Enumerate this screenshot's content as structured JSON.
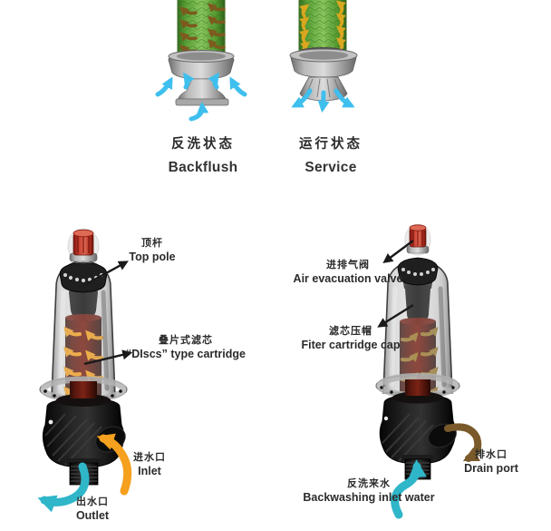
{
  "states": {
    "backflush": {
      "zh": "反洗状态",
      "en": "Backflush"
    },
    "service": {
      "zh": "运行状态",
      "en": "Service"
    }
  },
  "left_unit_callouts": {
    "top_pole": {
      "zh": "顶杆",
      "en": "Top pole"
    },
    "discs_cartridge": {
      "zh": "叠片式滤芯",
      "en": "“DIscs” type cartridge"
    },
    "inlet": {
      "zh": "进水口",
      "en": "Inlet"
    },
    "outlet": {
      "zh": "出水口",
      "en": "Outlet"
    }
  },
  "right_unit_callouts": {
    "air_evacuation_valve": {
      "zh": "进排气阀",
      "en": "Air evacuation valve"
    },
    "filter_cartridge_cap": {
      "zh": "滤芯压帽",
      "en": "Fiter cartridge cap"
    },
    "drain_port": {
      "zh": "排水口",
      "en": "Drain port"
    },
    "backwashing_inlet_water": {
      "zh": "反洗来水",
      "en": "Backwashing inlet water"
    }
  },
  "colors": {
    "disc_green": "#5ca238",
    "clean_water_blue": "#3fbfee",
    "flow_teal": "#2fb6c9",
    "inlet_orange": "#f5a01e",
    "drain_brown": "#7a5a2a",
    "backflush_surface_arrow_brown": "#7d5a1e",
    "service_surface_arrow_gold": "#d9a71f",
    "cartridge_maroon": "#6e1d12",
    "callout_black": "#1a1a1a"
  }
}
